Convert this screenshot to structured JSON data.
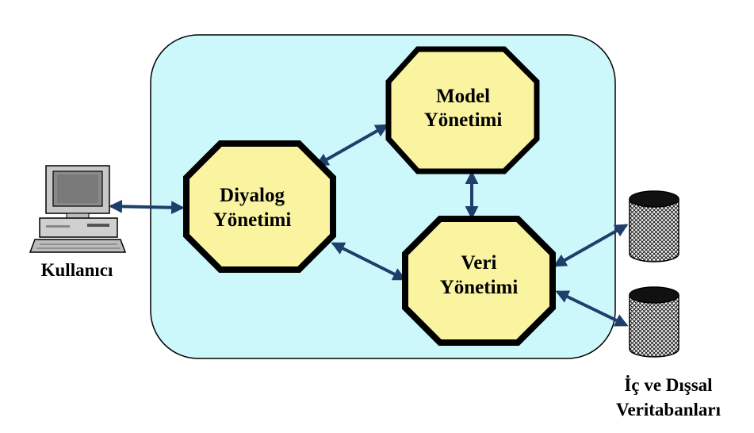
{
  "colors": {
    "system_fill": "#ccf8fc",
    "octagon_fill": "#faf3a0",
    "arrow": "#1f3e6b",
    "outline": "#000000"
  },
  "nodes": {
    "model": {
      "line1": "Model",
      "line2": "Yönetimi"
    },
    "dialog": {
      "line1": "Diyalog",
      "line2": "Yönetimi"
    },
    "data": {
      "line1": "Veri",
      "line2": "Yönetimi"
    }
  },
  "user": {
    "label": "Kullanıcı",
    "icon": "computer-icon"
  },
  "databases": {
    "line1": "İç ve Dışsal",
    "line2": "Veritabanları",
    "icon": "database-cylinder-icon"
  },
  "connections": [
    {
      "from": "user",
      "to": "dialog",
      "direction": "bidirectional"
    },
    {
      "from": "dialog",
      "to": "model",
      "direction": "bidirectional"
    },
    {
      "from": "dialog",
      "to": "data",
      "direction": "bidirectional"
    },
    {
      "from": "model",
      "to": "data",
      "direction": "bidirectional"
    },
    {
      "from": "data",
      "to": "database-1",
      "direction": "bidirectional"
    },
    {
      "from": "data",
      "to": "database-2",
      "direction": "bidirectional"
    }
  ]
}
